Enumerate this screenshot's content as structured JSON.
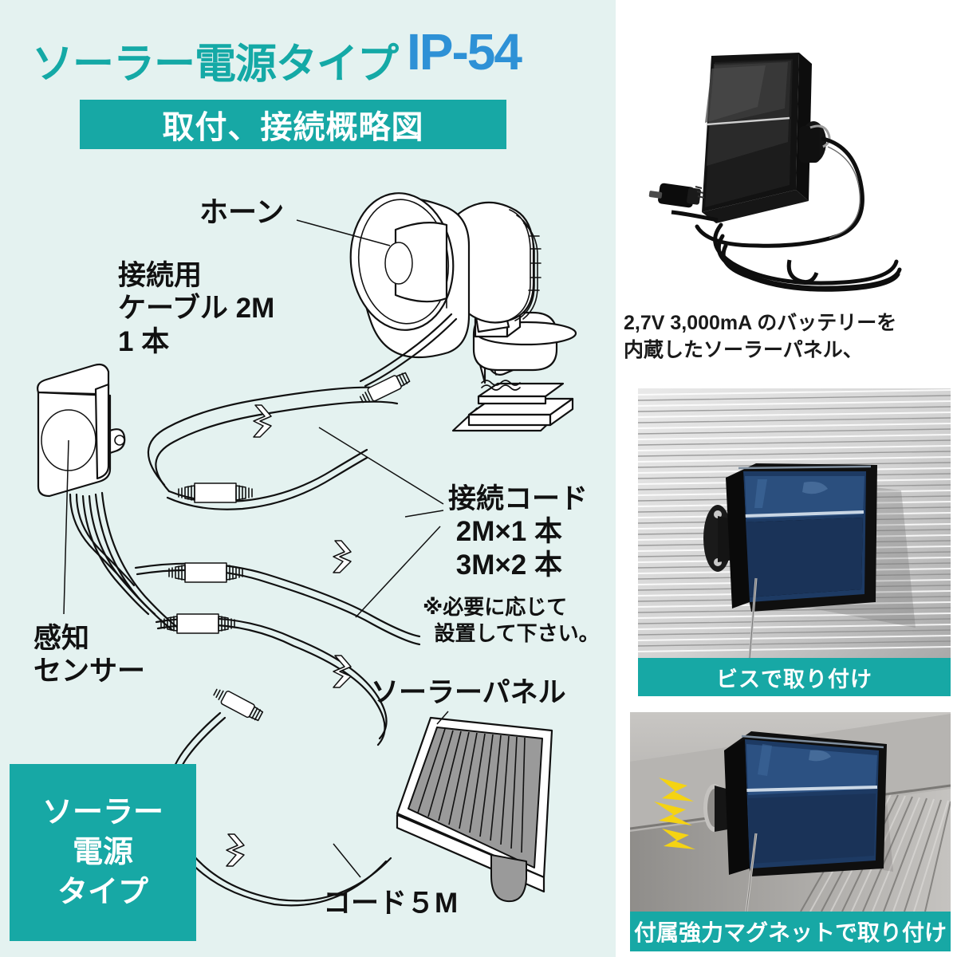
{
  "header": {
    "title_main": "ソーラー電源タイプ",
    "title_ip": "IP-54",
    "subtitle": "取付、接続概略図"
  },
  "diagram": {
    "label_horn": "ホーン",
    "label_cable": "接続用\nケーブル 2M\n1 本",
    "label_cord": "接続コード\n 2M×1 本\n 3M×2 本",
    "label_note": "※必要に応じて\n  設置して下さい。",
    "label_sensor": "感知\nセンサー",
    "label_solar_panel": "ソーラーパネル",
    "label_cord_5m": "コード５M",
    "badge_line1": "ソーラー",
    "badge_line2": "電源",
    "badge_line3": "タイプ"
  },
  "right": {
    "solar_description": "2,7V 3,000mA のバッテリーを\n内蔵したソーラーパネル、",
    "caption_screw": "ビスで取り付け",
    "caption_magnet": "付属強力マグネットで取り付け"
  },
  "colors": {
    "teal": "#17a8a5",
    "title_teal": "#14a9a6",
    "blue": "#2e91d6",
    "panel_bg": "#e4f2f0",
    "caption_text": "#ffffff",
    "spark_yellow": "#f5d312"
  }
}
